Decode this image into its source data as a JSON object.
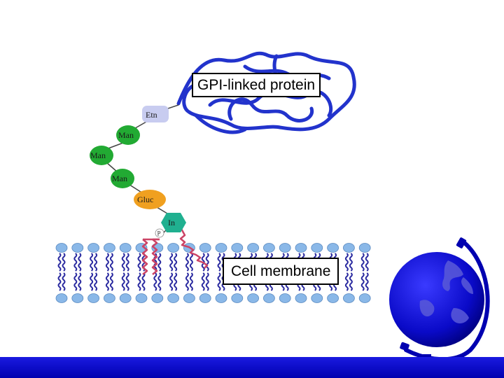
{
  "protein_label": "GPI-linked protein",
  "membrane_label": "Cell membrane",
  "chain": [
    {
      "id": "etn",
      "label": "Etn",
      "shape": "rounded-rect",
      "color": "#c8ccf0"
    },
    {
      "id": "man1",
      "label": "Man",
      "shape": "circle",
      "color": "#22aa33"
    },
    {
      "id": "man2",
      "label": "Man",
      "shape": "circle",
      "color": "#22aa33"
    },
    {
      "id": "man3",
      "label": "Man",
      "shape": "circle",
      "color": "#22aa33"
    },
    {
      "id": "gluc",
      "label": "Gluc",
      "shape": "circle",
      "color": "#f0a020"
    },
    {
      "id": "inositol",
      "label": "In",
      "shape": "hexagon",
      "color": "#20b090"
    }
  ],
  "phosphate_label": "P",
  "colors": {
    "protein": "#2233cc",
    "lipid_head": "#8ab8e8",
    "lipid_tail": "#2a2aa0",
    "anchor_tail": "#cc4466",
    "globe": "#1111cc",
    "bar": "#0000c0"
  },
  "icons": [
    "globe-icon"
  ]
}
